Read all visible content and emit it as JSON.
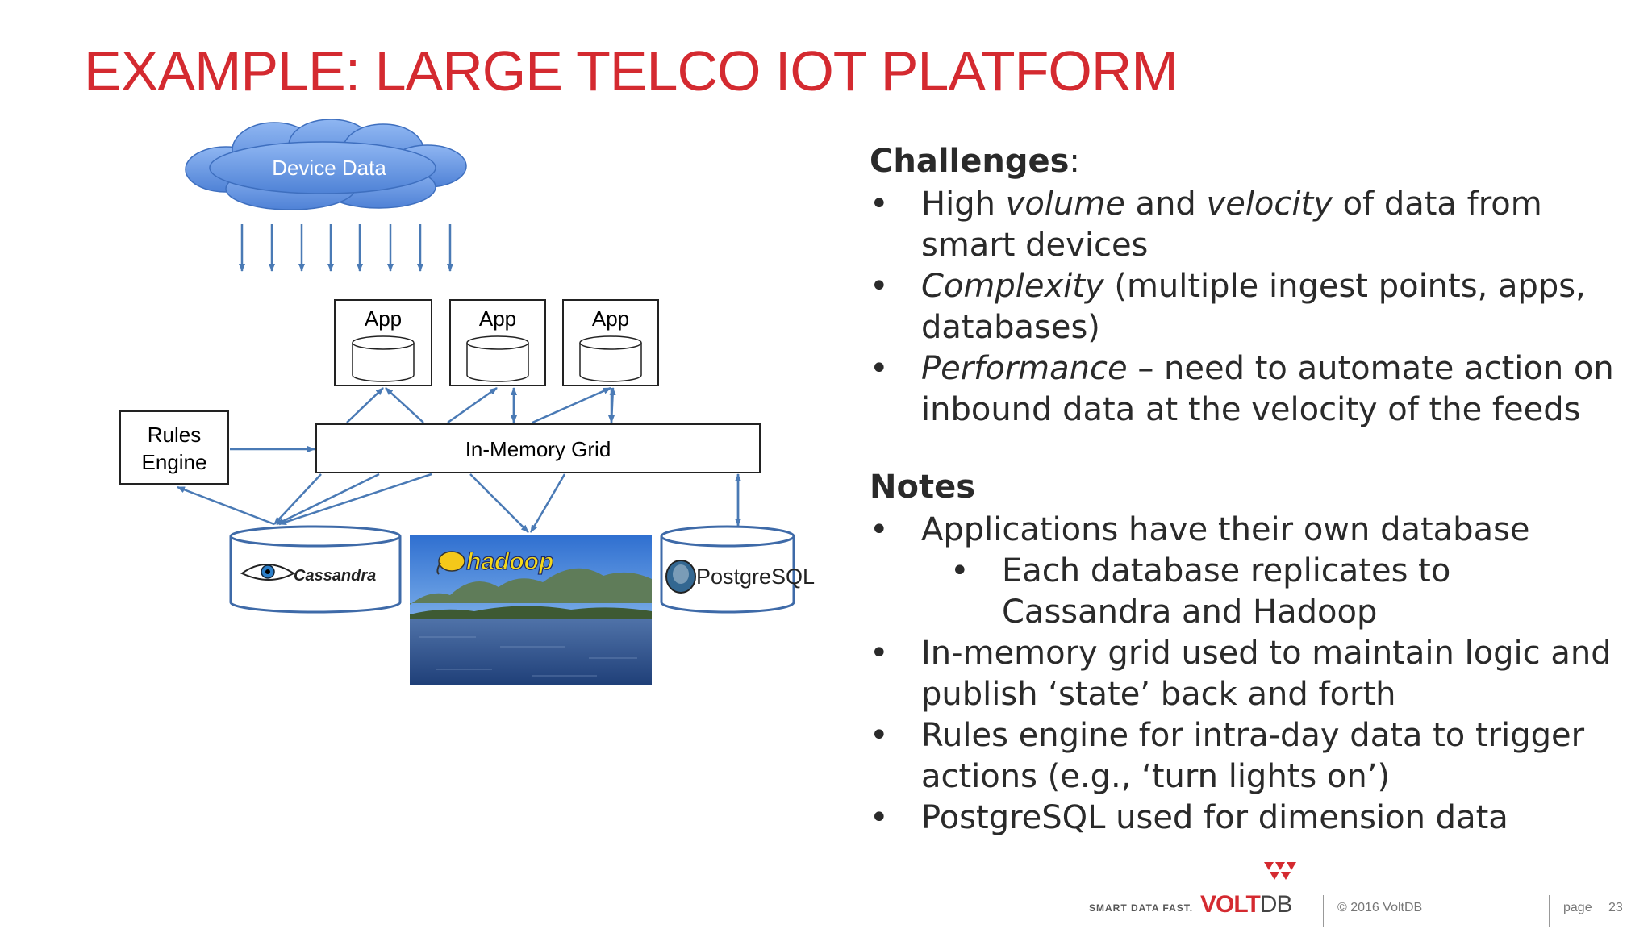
{
  "title": "EXAMPLE: LARGE TELCO IOT PLATFORM",
  "diagram": {
    "cloud_label": "Device Data",
    "app_labels": [
      "App",
      "App",
      "App"
    ],
    "rules_engine_line1": "Rules",
    "rules_engine_line2": "Engine",
    "grid_label": "In-Memory Grid",
    "cassandra_label": "Cassandra",
    "hadoop_label": "hadoop",
    "postgres_label": "PostgreSQL"
  },
  "challenges": {
    "heading": "Challenges",
    "colon": ":",
    "items": [
      {
        "pre": "High ",
        "em1": "volume",
        "mid": " and ",
        "em2": "velocity",
        "post": " of data from smart devices"
      },
      {
        "em1": "Complexity",
        "post": " (multiple ingest points, apps, databases)"
      },
      {
        "em1": "Performance",
        "post": " – need to automate action on inbound data at the velocity of the feeds"
      }
    ]
  },
  "notes": {
    "heading": "Notes",
    "items": [
      "Applications have their own database",
      "Each database replicates to Cassandra and Hadoop",
      "In-memory grid used to maintain logic and publish ‘state’ back and forth",
      "Rules engine for intra-day data to trigger actions (e.g., ‘turn lights on’)",
      "PostgreSQL used for dimension data"
    ]
  },
  "footer": {
    "tagline": "SMART DATA FAST.",
    "logo_volt": "VOLT",
    "logo_db": "DB",
    "copyright": "© 2016 VoltDB",
    "page_label": "page",
    "page_number": "23"
  },
  "colors": {
    "accent": "#d42a30",
    "arrow": "#4a7ab5",
    "cloud": "#6f9ee8"
  }
}
